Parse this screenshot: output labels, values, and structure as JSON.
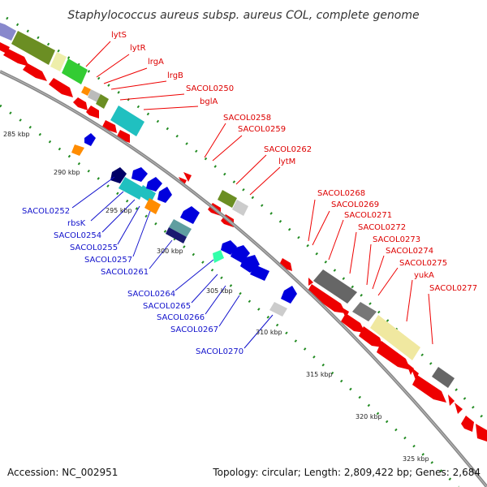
{
  "title": "Staphylococcus aureus subsp. aureus COL, complete genome",
  "footer": {
    "accession": "Accession: NC_002951",
    "summary": "Topology: circular; Length: 2,809,422 bp; Genes: 2,684"
  },
  "ticks": [
    "285 kbp",
    "290 kbp",
    "295 kbp",
    "300 kbp",
    "305 kbp",
    "310 kbp",
    "315 kbp",
    "320 kbp",
    "325 kbp"
  ],
  "labels_forward": [
    "lytS",
    "lytR",
    "lrgA",
    "lrgB",
    "SACOL0250",
    "bglA",
    "SACOL0258",
    "SACOL0259",
    "SACOL0262",
    "lytM",
    "SACOL0268",
    "SACOL0269",
    "SACOL0271",
    "SACOL0272",
    "SACOL0273",
    "SACOL0274",
    "SACOL0275",
    "yukA",
    "SACOL0277"
  ],
  "labels_reverse": [
    "SACOL0252",
    "rbsK",
    "SACOL0254",
    "SACOL0255",
    "SACOL0257",
    "SACOL0261",
    "SACOL0264",
    "SACOL0265",
    "SACOL0266",
    "SACOL0267",
    "SACOL0270"
  ],
  "colors": {
    "forward_cds": "#ee0000",
    "reverse_cds": "#0000dd",
    "backbone": "#888888",
    "gc_dots": "#228B22",
    "label_red": "#dd0000",
    "label_blue": "#1111cc"
  }
}
